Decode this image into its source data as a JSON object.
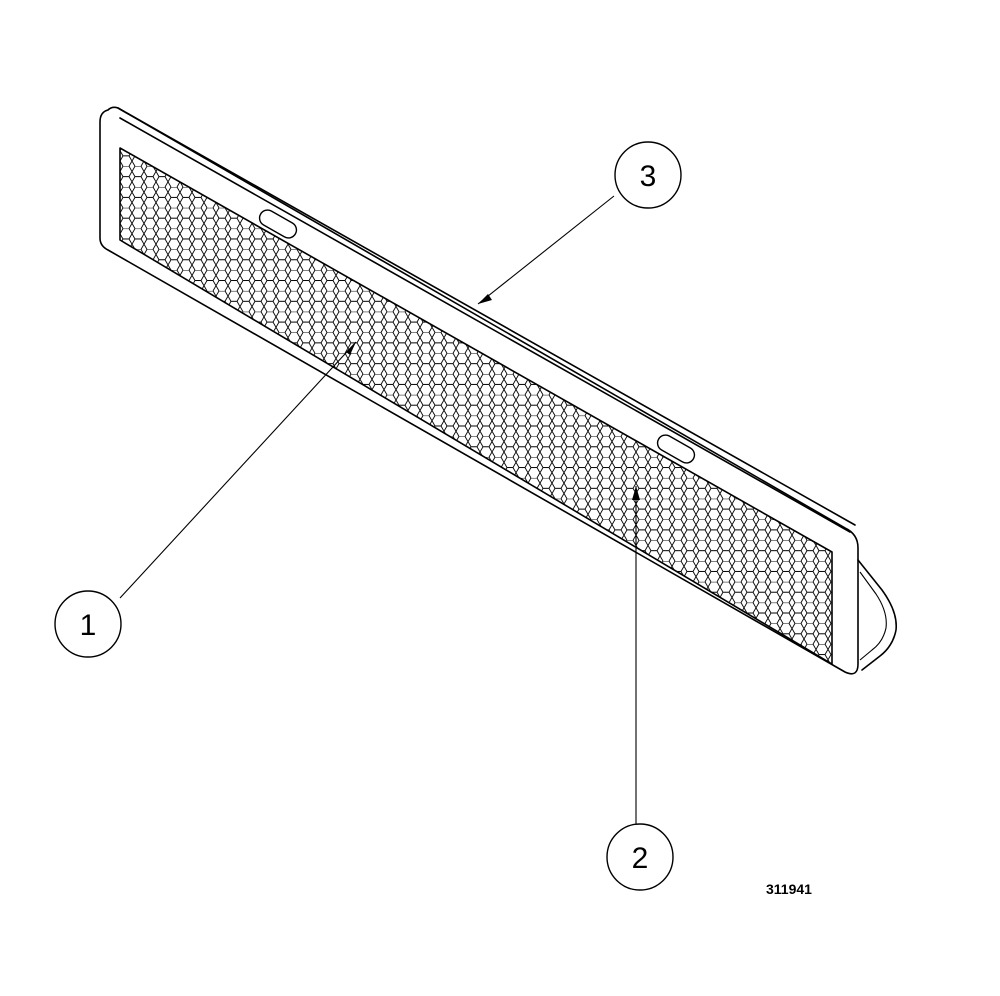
{
  "callouts": [
    {
      "label": "1"
    },
    {
      "label": "2"
    },
    {
      "label": "3"
    }
  ],
  "drawing_number": "311941"
}
